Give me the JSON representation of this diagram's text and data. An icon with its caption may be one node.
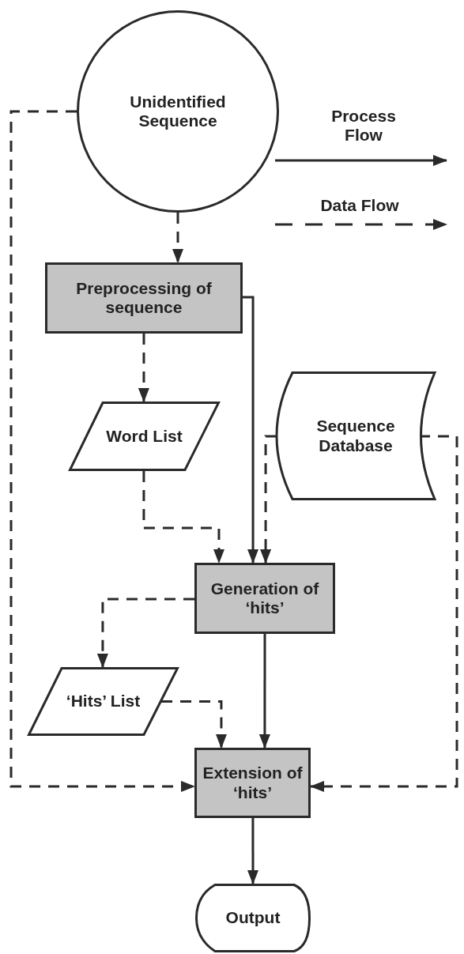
{
  "diagram": {
    "nodes": [
      {
        "text": [
          "Unidentified Sequence"
        ]
      },
      {
        "text": [
          "Preprocessing of sequence"
        ]
      },
      {
        "text": [
          "Word List"
        ]
      },
      {
        "text": [
          "Sequence Database"
        ]
      },
      {
        "text": [
          "Generation of ‘hits’"
        ]
      },
      {
        "text": [
          "‘Hits’ List"
        ]
      },
      {
        "text": [
          "Extension of ‘hits’"
        ]
      },
      {
        "text": [
          "Output"
        ]
      }
    ],
    "edges": [
      {
        "from": 0,
        "to": 1,
        "arrow": "to",
        "style": "dashed"
      },
      {
        "from": 1,
        "to": 2,
        "arrow": "to",
        "style": "dashed"
      },
      {
        "from": 1,
        "to": 4,
        "arrow": "to"
      },
      {
        "from": 2,
        "to": 4,
        "arrow": "to",
        "style": "dashed"
      },
      {
        "from": 3,
        "to": 4,
        "arrow": "to",
        "style": "dashed"
      },
      {
        "from": 4,
        "to": 5,
        "arrow": "to",
        "style": "dashed"
      },
      {
        "from": 5,
        "to": 6,
        "arrow": "to",
        "style": "dashed"
      },
      {
        "from": 4,
        "to": 6,
        "arrow": "to"
      },
      {
        "from": 0,
        "to": 6,
        "arrow": "to",
        "style": "dashed"
      },
      {
        "from": 3,
        "to": 6,
        "arrow": "to",
        "style": "dashed"
      },
      {
        "from": 6,
        "to": 7,
        "arrow": "to"
      }
    ],
    "legend": [
      {
        "text": "Process Flow"
      },
      {
        "text": "Data Flow"
      }
    ]
  }
}
